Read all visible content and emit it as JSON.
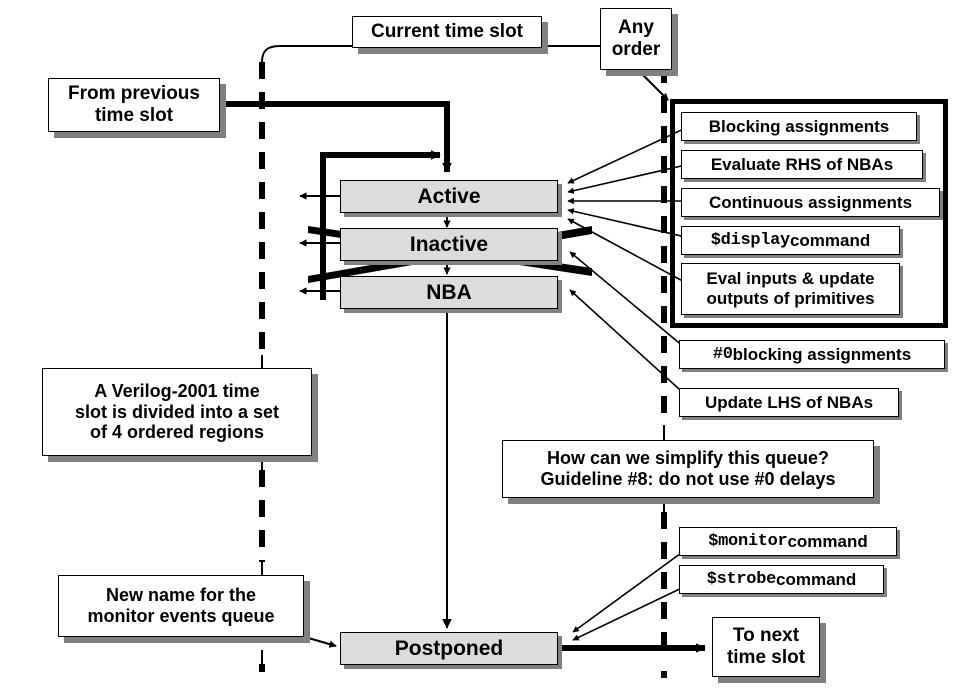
{
  "diagram": {
    "title": "Verilog-2001 simulation time slot regions",
    "colors": {
      "region_fill": "#dcdcdc",
      "note_fill": "#ffffff",
      "shadow": "#808080",
      "stroke": "#000000"
    },
    "top_labels": {
      "current_time_slot": "Current time slot",
      "any_order_line1": "Any",
      "any_order_line2": "order"
    },
    "regions": [
      {
        "name": "active",
        "label": "Active"
      },
      {
        "name": "inactive",
        "label": "Inactive",
        "crossed_out": true
      },
      {
        "name": "nba",
        "label": "NBA"
      },
      {
        "name": "postponed",
        "label": "Postponed"
      }
    ],
    "event_items": [
      {
        "name": "blocking-assignments",
        "text": "Blocking assignments",
        "mono_prefix": ""
      },
      {
        "name": "evaluate-rhs-of-nbas",
        "text": "Evaluate RHS of NBAs",
        "mono_prefix": ""
      },
      {
        "name": "continuous-assignments",
        "text": "Continuous assignments",
        "mono_prefix": ""
      },
      {
        "name": "display-command",
        "text": " command",
        "mono_prefix": "$display"
      },
      {
        "name": "eval-inputs-update-outputs",
        "text": "Eval inputs & update\noutputs of primitives",
        "mono_prefix": ""
      }
    ],
    "outside_items": [
      {
        "name": "zero-blocking-assignments",
        "text": " blocking assignments",
        "mono_prefix": "#0"
      },
      {
        "name": "update-lhs-of-nbas",
        "text": "Update LHS of NBAs",
        "mono_prefix": ""
      }
    ],
    "postponed_items": [
      {
        "name": "monitor-command",
        "text": " command",
        "mono_prefix": "$monitor"
      },
      {
        "name": "strobe-command",
        "text": " command",
        "mono_prefix": "$strobe"
      }
    ],
    "notes": {
      "from_previous_l1": "From previous",
      "from_previous_l2": "time slot",
      "verilog_note_l1": "A Verilog-2001 time",
      "verilog_note_l2": "slot is divided into a set",
      "verilog_note_l3": "of 4 ordered regions",
      "simplify_note_l1": "How can we simplify this queue?",
      "simplify_note_l2": "Guideline #8: do not use #0 delays",
      "new_name_note_l1": "New name for the",
      "new_name_note_l2": "monitor events queue",
      "to_next_l1": "To next",
      "to_next_l2": "time slot"
    }
  }
}
